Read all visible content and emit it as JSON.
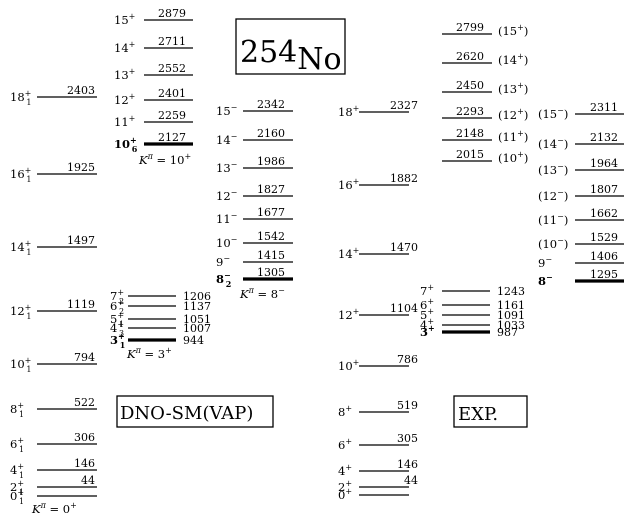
{
  "title": {
    "mass": "254",
    "element": "No"
  },
  "labels": {
    "theory": "DNO-SM(VAP)",
    "experiment": "EXP."
  },
  "th_gs": {
    "kpi": "K",
    "kval": " = 0",
    "kpar": "+",
    "levels": [
      {
        "spin": "0",
        "sub": "1",
        "par": "+",
        "energy": ""
      },
      {
        "spin": "2",
        "sub": "1",
        "par": "+",
        "energy": "44"
      },
      {
        "spin": "4",
        "sub": "1",
        "par": "+",
        "energy": "146"
      },
      {
        "spin": "6",
        "sub": "1",
        "par": "+",
        "energy": "306"
      },
      {
        "spin": "8",
        "sub": "1",
        "par": "+",
        "energy": "522"
      },
      {
        "spin": "10",
        "sub": "1",
        "par": "+",
        "energy": "794"
      },
      {
        "spin": "12",
        "sub": "1",
        "par": "+",
        "energy": "1119"
      },
      {
        "spin": "14",
        "sub": "1",
        "par": "+",
        "energy": "1497"
      },
      {
        "spin": "16",
        "sub": "1",
        "par": "+",
        "energy": "1925"
      },
      {
        "spin": "18",
        "sub": "1",
        "par": "+",
        "energy": "2403"
      }
    ]
  },
  "th_k3": {
    "kpi": "K",
    "kval": " = 3",
    "kpar": "+",
    "levels": [
      {
        "spin": "3",
        "sub": "1",
        "par": "+",
        "energy": "944"
      },
      {
        "spin": "4",
        "sub": "3",
        "par": "+",
        "energy": "1007"
      },
      {
        "spin": "5",
        "sub": "1",
        "par": "+",
        "energy": "1051"
      },
      {
        "spin": "6",
        "sub": "2",
        "par": "+",
        "energy": "1137"
      },
      {
        "spin": "7",
        "sub": "2",
        "par": "+",
        "energy": "1206"
      }
    ]
  },
  "th_k10": {
    "kpi": "K",
    "kval": " = 10",
    "kpar": "+",
    "levels": [
      {
        "spin": "10",
        "sub": "6",
        "par": "+",
        "energy": "2127"
      },
      {
        "spin": "11",
        "sub": "",
        "par": "+",
        "energy": "2259"
      },
      {
        "spin": "12",
        "sub": "",
        "par": "+",
        "energy": "2401"
      },
      {
        "spin": "13",
        "sub": "",
        "par": "+",
        "energy": "2552"
      },
      {
        "spin": "14",
        "sub": "",
        "par": "+",
        "energy": "2711"
      },
      {
        "spin": "15",
        "sub": "",
        "par": "+",
        "energy": "2879"
      }
    ]
  },
  "th_k8": {
    "kpi": "K",
    "kval": " = 8",
    "kpar": "−",
    "levels": [
      {
        "spin": "8",
        "sub": "2",
        "par": "−",
        "energy": "1305"
      },
      {
        "spin": "9",
        "sub": "",
        "par": "−",
        "energy": "1415"
      },
      {
        "spin": "10",
        "sub": "",
        "par": "−",
        "energy": "1542"
      },
      {
        "spin": "11",
        "sub": "",
        "par": "−",
        "energy": "1677"
      },
      {
        "spin": "12",
        "sub": "",
        "par": "−",
        "energy": "1827"
      },
      {
        "spin": "13",
        "sub": "",
        "par": "−",
        "energy": "1986"
      },
      {
        "spin": "14",
        "sub": "",
        "par": "−",
        "energy": "2160"
      },
      {
        "spin": "15",
        "sub": "",
        "par": "−",
        "energy": "2342"
      }
    ]
  },
  "exp_gs": {
    "levels": [
      {
        "label": "0",
        "par": "+",
        "energy": ""
      },
      {
        "label": "2",
        "par": "+",
        "energy": "44"
      },
      {
        "label": "4",
        "par": "+",
        "energy": "146"
      },
      {
        "label": "6",
        "par": "+",
        "energy": "305"
      },
      {
        "label": "8",
        "par": "+",
        "energy": "519"
      },
      {
        "label": "10",
        "par": "+",
        "energy": "786"
      },
      {
        "label": "12",
        "par": "+",
        "energy": "1104"
      },
      {
        "label": "14",
        "par": "+",
        "energy": "1470"
      },
      {
        "label": "16",
        "par": "+",
        "energy": "1882"
      },
      {
        "label": "18",
        "par": "+",
        "energy": "2327"
      }
    ]
  },
  "exp_k3": {
    "levels": [
      {
        "label": "3",
        "par": "+",
        "energy": "987"
      },
      {
        "label": "4",
        "par": "+",
        "energy": "1033"
      },
      {
        "label": "5",
        "par": "+",
        "energy": "1091"
      },
      {
        "label": "6",
        "par": "+",
        "energy": "1161"
      },
      {
        "label": "7",
        "par": "+",
        "energy": "1243"
      }
    ]
  },
  "exp_k10": {
    "levels": [
      {
        "label": "(10",
        "par": "+",
        "close": ")",
        "energy": "2015"
      },
      {
        "label": "(11",
        "par": "+",
        "close": ")",
        "energy": "2148"
      },
      {
        "label": "(12",
        "par": "+",
        "close": ")",
        "energy": "2293"
      },
      {
        "label": "(13",
        "par": "+",
        "close": ")",
        "energy": "2450"
      },
      {
        "label": "(14",
        "par": "+",
        "close": ")",
        "energy": "2620"
      },
      {
        "label": "(15",
        "par": "+",
        "close": ")",
        "energy": "2799"
      }
    ]
  },
  "exp_k8": {
    "levels": [
      {
        "label": "8",
        "par": "−",
        "close": "",
        "energy": "1295"
      },
      {
        "label": "9",
        "par": "−",
        "close": "",
        "energy": "1406"
      },
      {
        "label": "(10",
        "par": "−",
        "close": ")",
        "energy": "1529"
      },
      {
        "label": "(11",
        "par": "−",
        "close": ")",
        "energy": "1662"
      },
      {
        "label": "(12",
        "par": "−",
        "close": ")",
        "energy": "1807"
      },
      {
        "label": "(13",
        "par": "−",
        "close": ")",
        "energy": "1964"
      },
      {
        "label": "(14",
        "par": "−",
        "close": ")",
        "energy": "2132"
      },
      {
        "label": "(15",
        "par": "−",
        "close": ")",
        "energy": "2311"
      }
    ]
  }
}
